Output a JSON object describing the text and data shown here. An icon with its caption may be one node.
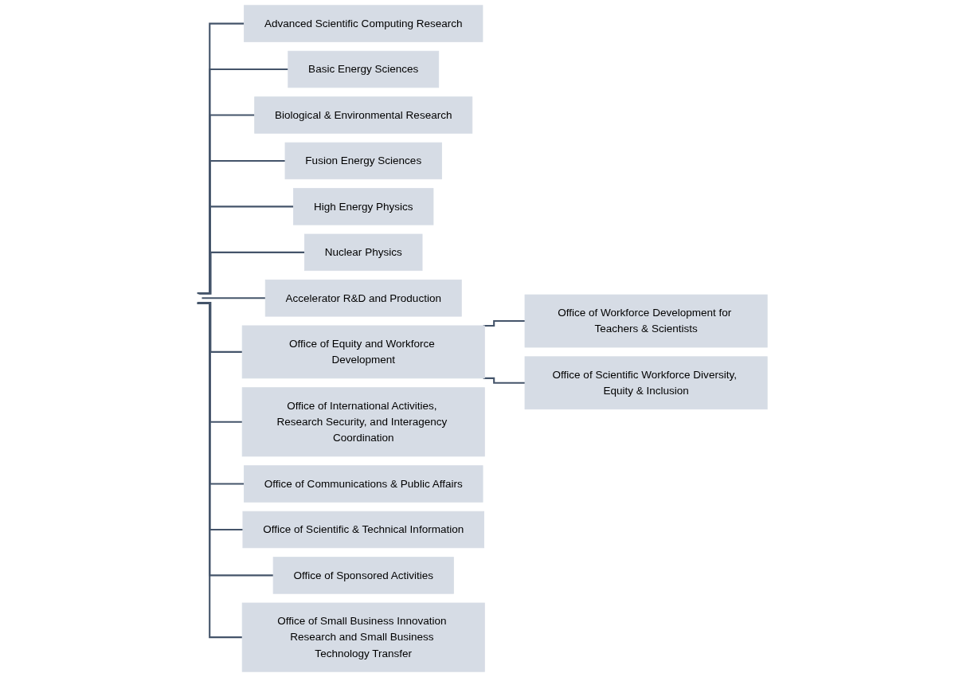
{
  "diagram": {
    "nodes": [
      {
        "text": [
          "Advanced Scientific Computing Research"
        ]
      },
      {
        "text": [
          "Basic Energy Sciences"
        ]
      },
      {
        "text": [
          "Biological & Environmental Research"
        ]
      },
      {
        "text": [
          "Fusion Energy Sciences"
        ]
      },
      {
        "text": [
          "High Energy Physics"
        ]
      },
      {
        "text": [
          "Nuclear Physics"
        ]
      },
      {
        "text": [
          "Accelerator R&D and Production"
        ]
      },
      {
        "text": [
          "Office of Equity and Workforce Development"
        ]
      },
      {
        "text": [
          "Office of International Activities, Research Security, and Interagency Coordination"
        ]
      },
      {
        "text": [
          "Office of Communications & Public Affairs"
        ]
      },
      {
        "text": [
          "Office of Scientific & Technical Information"
        ]
      },
      {
        "text": [
          "Office of Sponsored Activities"
        ]
      },
      {
        "text": [
          "Office of Small Business Innovation Research and Small Business Technology Transfer"
        ]
      },
      {
        "text": [
          "Office of Workforce Development for Teachers & Scientists"
        ]
      },
      {
        "text": [
          "Office of Scientific Workforce Diversity, Equity & Inclusion"
        ]
      }
    ],
    "edges": [
      {
        "from": null,
        "to": 0,
        "arrow": "none"
      },
      {
        "from": null,
        "to": 1,
        "arrow": "none"
      },
      {
        "from": null,
        "to": 2,
        "arrow": "none"
      },
      {
        "from": null,
        "to": 3,
        "arrow": "none"
      },
      {
        "from": null,
        "to": 4,
        "arrow": "none"
      },
      {
        "from": null,
        "to": 5,
        "arrow": "none"
      },
      {
        "from": null,
        "to": 6,
        "arrow": "none"
      },
      {
        "from": null,
        "to": 7,
        "arrow": "none"
      },
      {
        "from": null,
        "to": 8,
        "arrow": "none"
      },
      {
        "from": null,
        "to": 9,
        "arrow": "none"
      },
      {
        "from": null,
        "to": 10,
        "arrow": "none"
      },
      {
        "from": null,
        "to": 11,
        "arrow": "none"
      },
      {
        "from": null,
        "to": 12,
        "arrow": "none"
      },
      {
        "from": 7,
        "to": 13,
        "arrow": "none"
      },
      {
        "from": 7,
        "to": 14,
        "arrow": "none"
      }
    ]
  }
}
